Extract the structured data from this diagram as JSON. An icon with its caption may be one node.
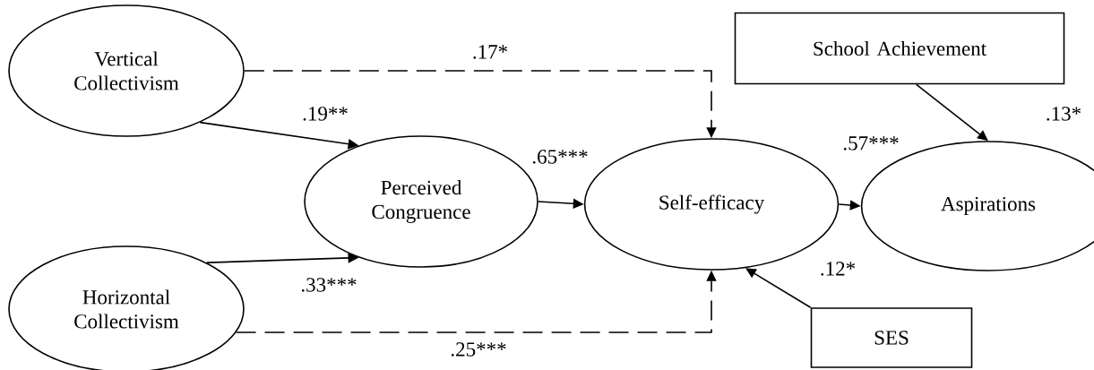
{
  "diagram": {
    "nodes": [
      {
        "text": [
          "Vertical Collectivism"
        ]
      },
      {
        "text": [
          "Perceived Congruence"
        ]
      },
      {
        "text": [
          "Horizontal Collectivism"
        ]
      },
      {
        "text": [
          "Self-efficacy"
        ]
      },
      {
        "text": [
          "Aspirations"
        ]
      },
      {
        "text": [
          "School Achievement"
        ]
      },
      {
        "text": [
          "SES"
        ]
      }
    ],
    "edges": [
      {
        "from": 0,
        "to": 1,
        "arrow": "to",
        "label": ".19**"
      },
      {
        "from": 2,
        "to": 1,
        "arrow": "to",
        "label": ".33***"
      },
      {
        "from": 0,
        "to": 3,
        "arrow": "to",
        "label": ".17*",
        "style": "dashed"
      },
      {
        "from": 2,
        "to": 3,
        "arrow": "to",
        "label": ".25***",
        "style": "dashed"
      },
      {
        "from": 1,
        "to": 3,
        "arrow": "to",
        "label": ".65***"
      },
      {
        "from": 3,
        "to": 4,
        "arrow": "to",
        "label": ".57***"
      },
      {
        "from": 5,
        "to": 4,
        "arrow": "to",
        "label": ".13*"
      },
      {
        "from": 6,
        "to": 3,
        "arrow": "to",
        "label": ".12*"
      }
    ]
  }
}
